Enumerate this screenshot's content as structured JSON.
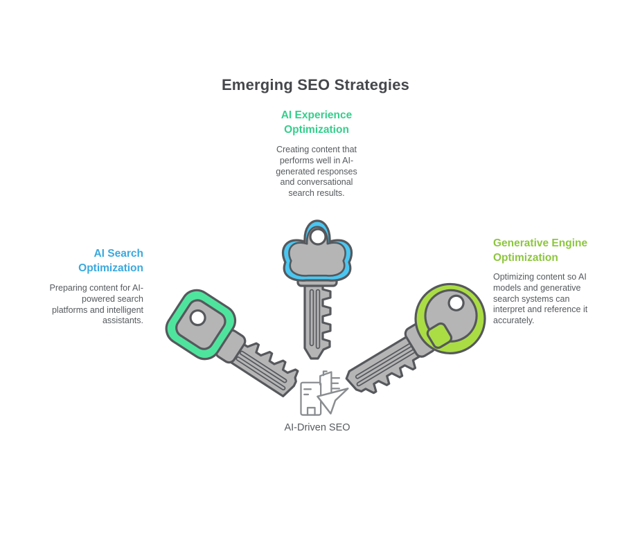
{
  "title": "Emerging SEO Strategies",
  "sections": {
    "top": {
      "heading": "AI Experience\nOptimization",
      "description": "Creating content that\nperforms well in AI-\ngenerated responses\nand conversational\nsearch results."
    },
    "left": {
      "heading": "AI Search\nOptimization",
      "description": "Preparing content for AI-\npowered search\nplatforms and intelligent\nassistants."
    },
    "right": {
      "heading": "Generative Engine\nOptimization",
      "description": "Optimizing content so AI\nmodels and generative\nsearch systems can\ninterpret and reference it\naccurately."
    }
  },
  "center": {
    "label": "AI-Driven SEO"
  },
  "icons": {
    "top_key": "cloud-key-icon",
    "left_key": "square-key-icon",
    "right_key": "round-key-icon",
    "center_icon": "building-cursor-icon"
  },
  "colors": {
    "accent_top": "#35ce8c",
    "accent_left": "#3aa9de",
    "accent_right": "#8dc63f",
    "key_cyan": "#49c7f2",
    "key_mint": "#4fe49d",
    "key_lime": "#aadd44",
    "key_gray": "#b5b5b6",
    "key_stroke": "#56585c",
    "title_color": "#45474b",
    "text_color": "#55595d",
    "icon_stroke": "#8a8d90"
  }
}
